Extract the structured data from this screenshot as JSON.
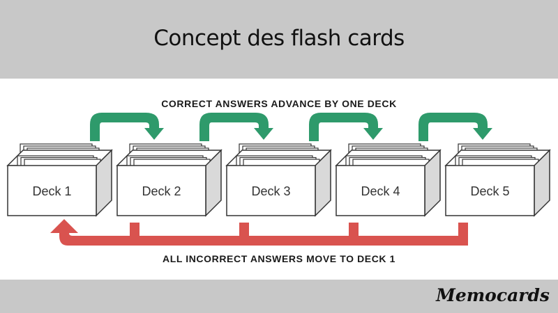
{
  "header": {
    "title": "Concept des flash cards"
  },
  "diagram": {
    "top_caption": "CORRECT ANSWERS ADVANCE BY ONE DECK",
    "bottom_caption": "ALL INCORRECT ANSWERS MOVE TO DECK 1",
    "decks": [
      {
        "label": "Deck 1"
      },
      {
        "label": "Deck 2"
      },
      {
        "label": "Deck 3"
      },
      {
        "label": "Deck 4"
      },
      {
        "label": "Deck 5"
      }
    ],
    "colors": {
      "advance_arrow": "#2e9a6b",
      "reset_arrow": "#d9534f"
    }
  },
  "footer": {
    "brand": "Memocards"
  }
}
